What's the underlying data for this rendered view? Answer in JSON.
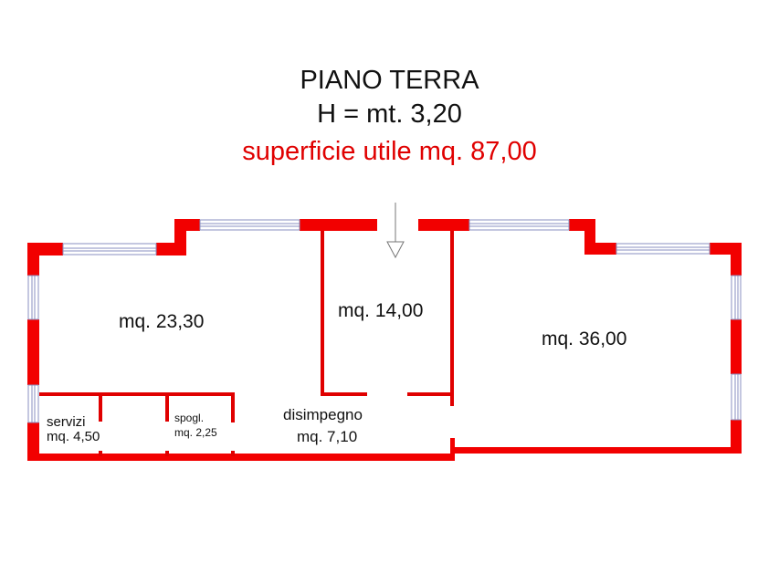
{
  "header": {
    "title": "PIANO TERRA",
    "height": "H = mt. 3,20",
    "surface": "superficie utile mq. 87,00"
  },
  "rooms": [
    {
      "name": "",
      "area": "mq. 23,30"
    },
    {
      "name": "",
      "area": "mq. 14,00"
    },
    {
      "name": "",
      "area": "mq. 36,00"
    },
    {
      "name": "servizi",
      "area": "mq. 4,50"
    },
    {
      "name": "spogl.",
      "area": "mq. 2,25"
    },
    {
      "name": "disimpegno",
      "area": "mq. 7,10"
    }
  ],
  "colors": {
    "wall": "#f20000",
    "window": "#8a8fc0",
    "accent_text": "#e00000"
  }
}
